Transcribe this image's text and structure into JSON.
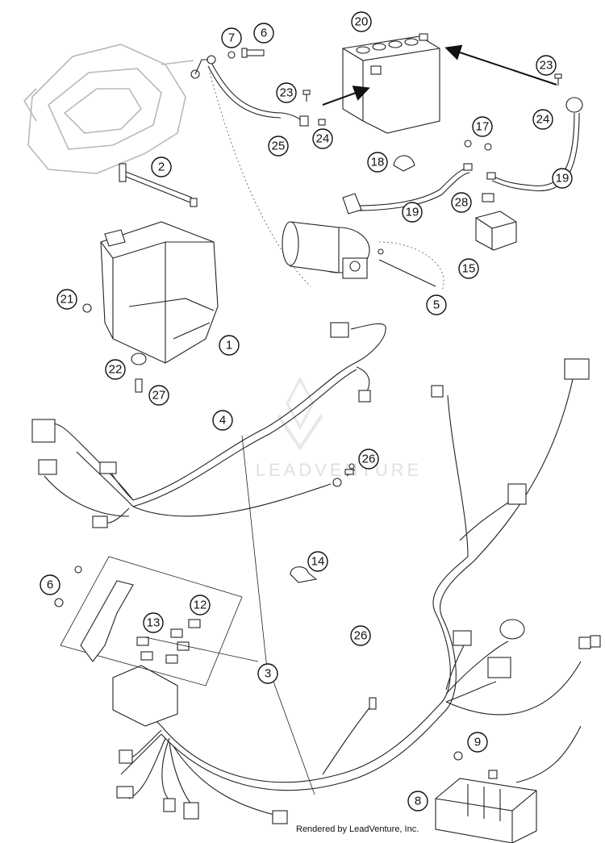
{
  "watermark": "LEADVENTURE",
  "footer": "Rendered by LeadVenture, Inc.",
  "callouts": [
    "1",
    "2",
    "3",
    "4",
    "5",
    "6",
    "7",
    "8",
    "9",
    "12",
    "13",
    "14",
    "15",
    "17",
    "18",
    "19",
    "20",
    "21",
    "22",
    "23",
    "24",
    "25",
    "26",
    "27",
    "28"
  ]
}
